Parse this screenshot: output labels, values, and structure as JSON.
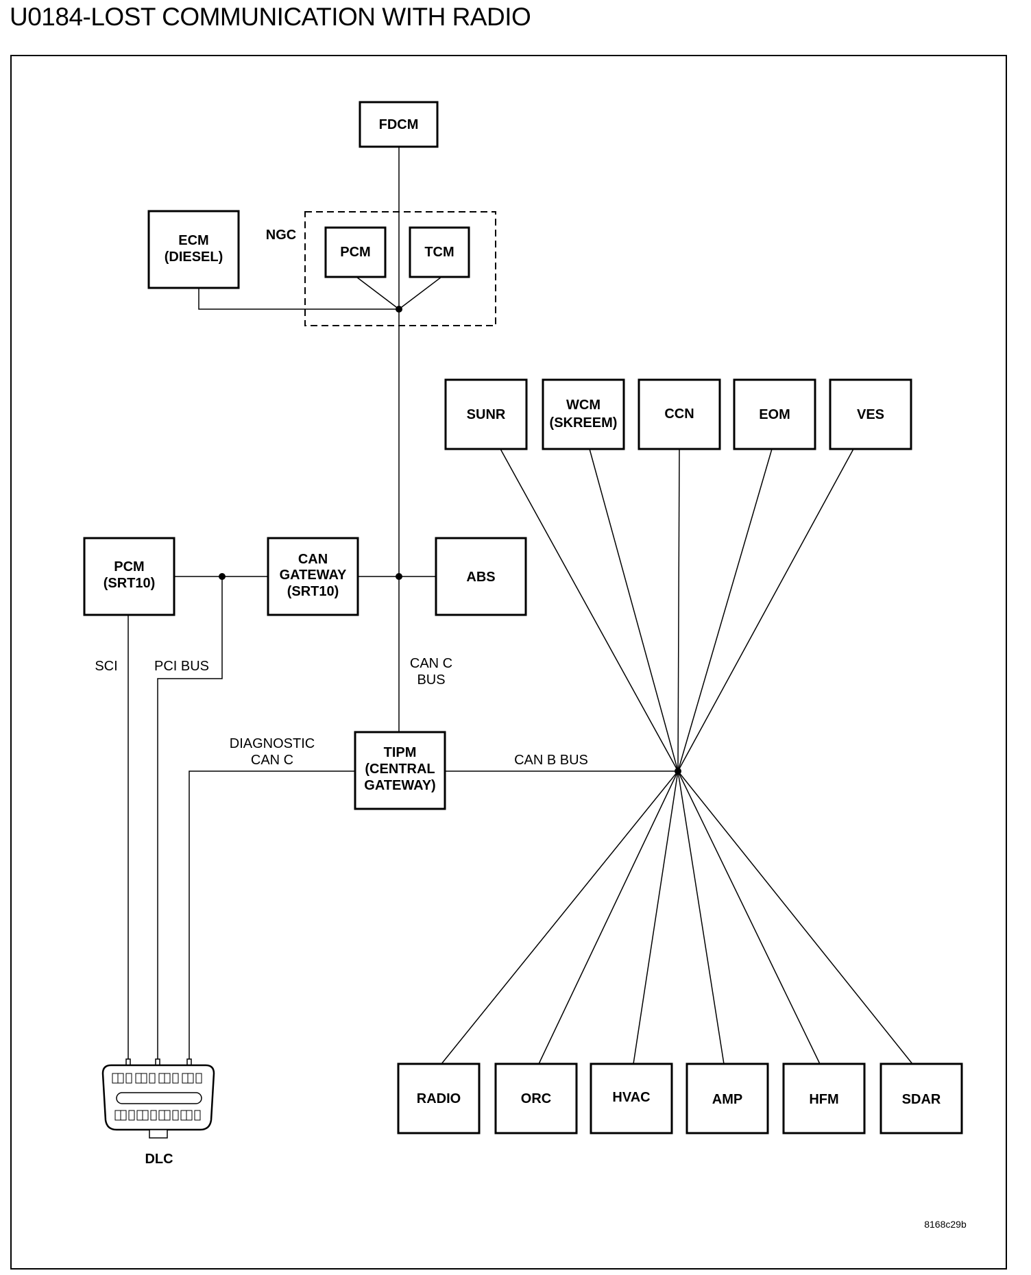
{
  "title": "U0184-LOST COMMUNICATION WITH RADIO",
  "modules": {
    "fdcm": [
      "FDCM"
    ],
    "ecm": [
      "ECM",
      "(DIESEL)"
    ],
    "ngc_pcm": [
      "PCM"
    ],
    "tcm": [
      "TCM"
    ],
    "sunr": [
      "SUNR"
    ],
    "wcm": [
      "WCM",
      "(SKREEM)"
    ],
    "ccn": [
      "CCN"
    ],
    "eom": [
      "EOM"
    ],
    "ves": [
      "VES"
    ],
    "pcm_srt10": [
      "PCM",
      "(SRT10)"
    ],
    "can_gateway": [
      "CAN",
      "GATEWAY",
      "(SRT10)"
    ],
    "abs": [
      "ABS"
    ],
    "tipm": [
      "TIPM",
      "(CENTRAL",
      "GATEWAY)"
    ],
    "radio": [
      "RADIO"
    ],
    "orc": [
      "ORC"
    ],
    "hvac": [
      "HVAC"
    ],
    "amp": [
      "AMP"
    ],
    "hfm": [
      "HFM"
    ],
    "sdar": [
      "SDAR"
    ]
  },
  "labels": {
    "ngc": "NGC",
    "sci": "SCI",
    "pci_bus": "PCI BUS",
    "can_c_bus": [
      "CAN C",
      "BUS"
    ],
    "diagnostic_can_c": [
      "DIAGNOSTIC",
      "CAN C"
    ],
    "can_b_bus": "CAN B BUS",
    "dlc": "DLC"
  },
  "figure_ref": "8168c29b"
}
